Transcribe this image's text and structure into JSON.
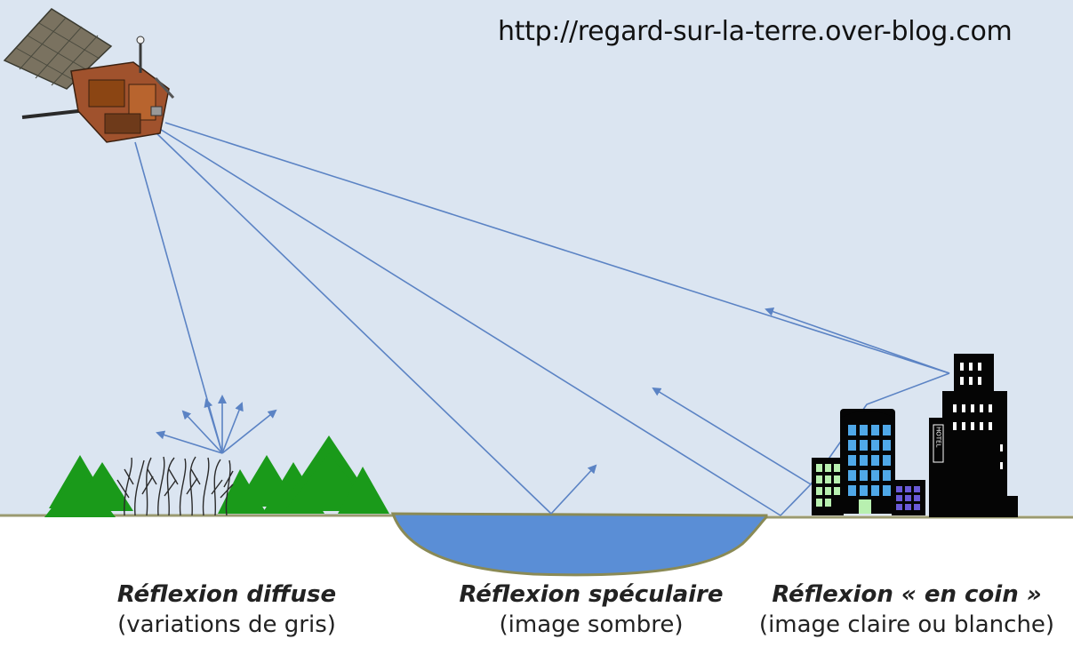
{
  "source_url": "http://regard-sur-la-terre.over-blog.com",
  "captions": {
    "diffuse": {
      "title": "Réflexion diffuse",
      "subtitle": "(variations de gris)"
    },
    "specular": {
      "title": "Réflexion spéculaire",
      "subtitle": "(image sombre)"
    },
    "corner": {
      "title": "Réflexion « en coin »",
      "subtitle": "(image claire ou blanche)"
    }
  },
  "hotel_sign": "HOTEL",
  "colors": {
    "sky": "#dbe5f1",
    "ground_line": "#9a9a70",
    "water": "#5a8ed6",
    "beam": "#5b83c4",
    "tree": "#1a9a1a",
    "building_dark": "#050505",
    "window_blue": "#4fa8e8",
    "window_green": "#b8f0b0",
    "window_violet": "#6a5ad8"
  }
}
